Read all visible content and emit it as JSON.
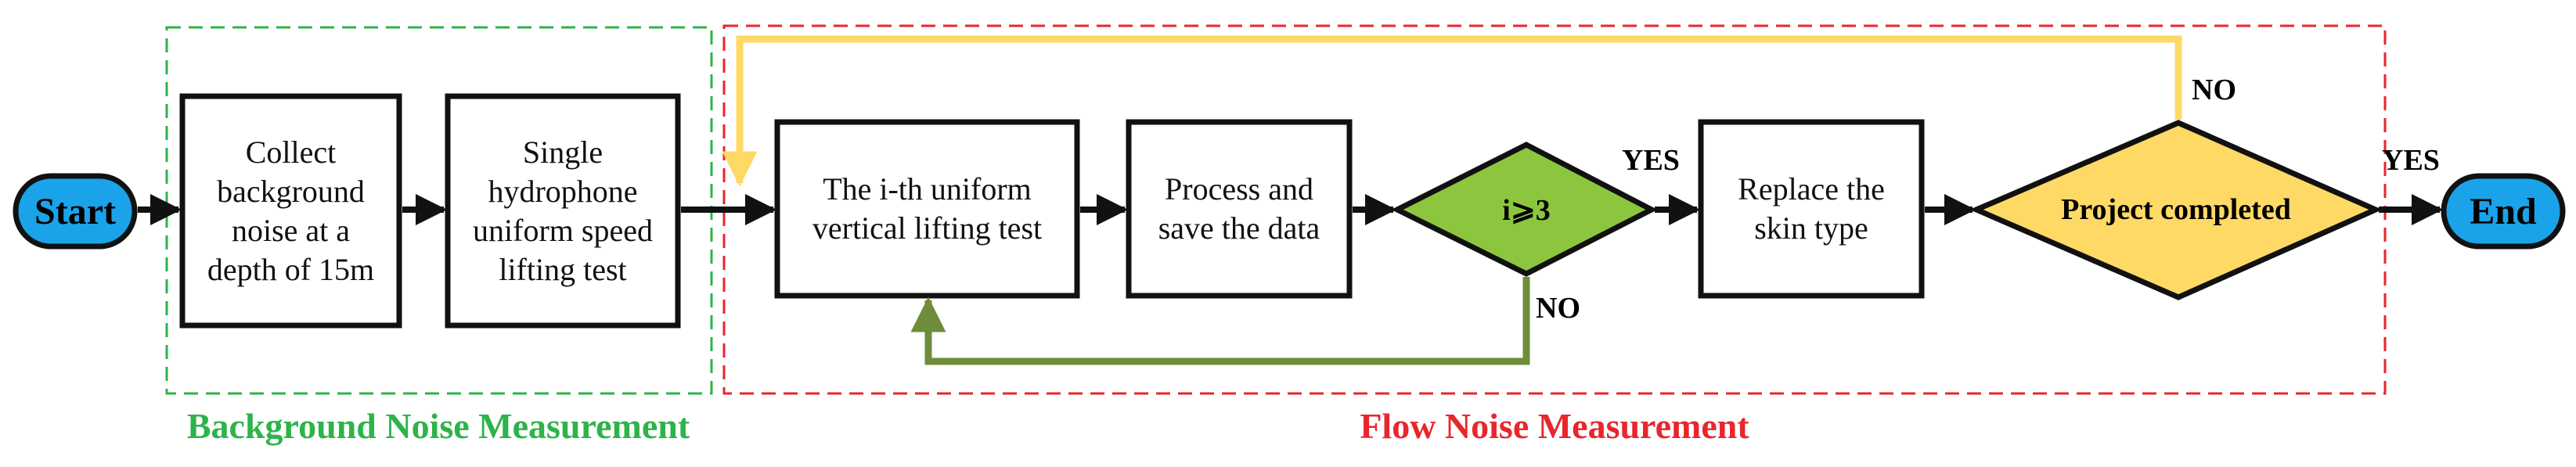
{
  "colors": {
    "terminal_fill": "#1aa3e8",
    "decision_green": "#8cc63f",
    "decision_yellow": "#ffd966",
    "background_group": "#2db34a",
    "flow_group": "#e8262c",
    "loop_yellow": "#ffd966",
    "loop_green": "#6e8c3a",
    "stroke": "#111111"
  },
  "nodes": {
    "start": "Start",
    "collect": "Collect\nbackground\nnoise at a\ndepth of 15m",
    "single": "Single\nhydrophone\nuniform speed\nlifting test",
    "ith": "The i-th uniform\nvertical lifting test",
    "process": "Process and\nsave the data",
    "decision_i": "i⩾3",
    "replace": "Replace the\nskin type",
    "decision_project": "Project completed",
    "end": "End"
  },
  "edge_labels": {
    "yes_1": "YES",
    "no_1": "NO",
    "no_2": "NO",
    "yes_2": "YES"
  },
  "groups": {
    "background": "Background Noise Measurement",
    "flow": "Flow Noise Measurement"
  }
}
